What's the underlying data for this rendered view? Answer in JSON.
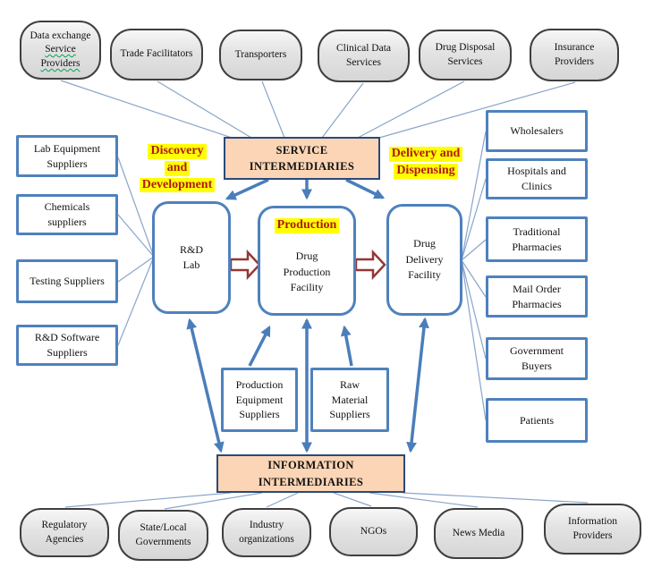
{
  "service_intermediaries_label": "SERVICE\nINTERMEDIARIES",
  "information_intermediaries_label": "INFORMATION\nINTERMEDIARIES",
  "stage_labels": {
    "discovery_line1": "Discovery",
    "discovery_line2": "and",
    "discovery_line3": "Development",
    "production": "Production",
    "delivery_line1": "Delivery and",
    "delivery_line2": "Dispensing"
  },
  "facilities": [
    {
      "label": "R&D\nLab"
    },
    {
      "label": "Drug\nProduction\nFacility"
    },
    {
      "label": "Drug\nDelivery\nFacility"
    }
  ],
  "top_nodes": [
    {
      "label": "Data exchange",
      "underlined_label": "Service\nProviders"
    },
    {
      "label": "Trade Facilitators"
    },
    {
      "label": "Transporters"
    },
    {
      "label": "Clinical Data\nServices"
    },
    {
      "label": "Drug Disposal\nServices"
    },
    {
      "label": "Insurance\nProviders"
    }
  ],
  "left_suppliers": [
    {
      "label": "Lab Equipment\nSuppliers"
    },
    {
      "label": "Chemicals\nsuppliers"
    },
    {
      "label": "Testing Suppliers"
    },
    {
      "label": "R&D Software\nSuppliers"
    }
  ],
  "production_suppliers": [
    {
      "label": "Production\nEquipment\nSuppliers"
    },
    {
      "label": "Raw\nMaterial\nSuppliers"
    }
  ],
  "right_buyers": [
    {
      "label": "Wholesalers"
    },
    {
      "label": "Hospitals and\nClinics"
    },
    {
      "label": "Traditional\nPharmacies"
    },
    {
      "label": "Mail Order\nPharmacies"
    },
    {
      "label": "Government\nBuyers"
    },
    {
      "label": "Patients"
    }
  ],
  "bottom_nodes": [
    {
      "label": "Regulatory\nAgencies"
    },
    {
      "label": "State/Local\nGovernments"
    },
    {
      "label": "Industry\norganizations"
    },
    {
      "label": "NGOs"
    },
    {
      "label": "News Media"
    },
    {
      "label": "Information\nProviders"
    }
  ],
  "colors": {
    "accent_blue": "#4f81bd",
    "thin_line_blue": "#8aa5c8",
    "navy_border": "#2a4a7a",
    "peach_fill": "#fbd5b5",
    "block_arrow_red": "#953735",
    "highlight_yellow": "#ffff00",
    "highlight_text_red": "#b01818",
    "spellcheck_green": "#00a651",
    "gray_node_border": "#3f3f3f"
  }
}
